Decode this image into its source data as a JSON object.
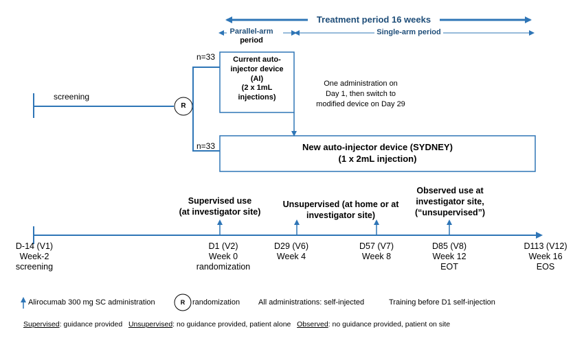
{
  "treatment_period": "Treatment period 16 weeks",
  "parallel_arm_period": [
    "Parallel-arm",
    "period"
  ],
  "single_arm_period": "Single-arm period",
  "screening": "screening",
  "randomization_symbol": "R",
  "arm1": {
    "n": "n=33",
    "box_lines": [
      "Current auto-",
      "injector device",
      "(AI)",
      "(2 x 1mL",
      "injections)"
    ]
  },
  "arm2": {
    "n": "n=33",
    "box_lines": [
      "New auto-injector device (SYDNEY)",
      "(1 x 2mL injection)"
    ]
  },
  "switch_note": [
    "One administration on",
    "Day 1, then switch to",
    "modified device on Day 29"
  ],
  "events": {
    "supervised": [
      "Supervised use",
      "(at investigator site)"
    ],
    "unsupervised": [
      "Unsupervised (at home or at",
      "investigator site)"
    ],
    "observed": [
      "Observed use at",
      "investigator site,",
      "(“unsupervised”)"
    ]
  },
  "timeline": [
    {
      "lines": [
        "D-14 (V1)",
        "Week-2",
        "screening"
      ]
    },
    {
      "lines": [
        "D1 (V2)",
        "Week 0",
        "randomization"
      ]
    },
    {
      "lines": [
        "D29 (V6)",
        "Week 4"
      ]
    },
    {
      "lines": [
        "D57 (V7)",
        "Week 8"
      ]
    },
    {
      "lines": [
        "D85 (V8)",
        "Week 12",
        "EOT"
      ]
    },
    {
      "lines": [
        "D113 (V12)",
        "Week 16",
        "EOS"
      ]
    }
  ],
  "legend": {
    "arrow_text": "Alirocumab 300 mg SC administration",
    "r_symbol": "R",
    "r_text": "randomization",
    "all_admin": "All administrations:  self-injected",
    "training": "Training before D1 self-injection",
    "supervised_term": "Supervised",
    "supervised_def": ": guidance provided",
    "unsupervised_term": "Unsupervised",
    "unsupervised_def": ":  no guidance provided, patient alone",
    "observed_term": "Observed",
    "observed_def": ": no guidance provided, patient on site"
  },
  "colors": {
    "line": "#2e75b6",
    "text_header": "#1f4e79",
    "box_border": "#2e75b6"
  }
}
